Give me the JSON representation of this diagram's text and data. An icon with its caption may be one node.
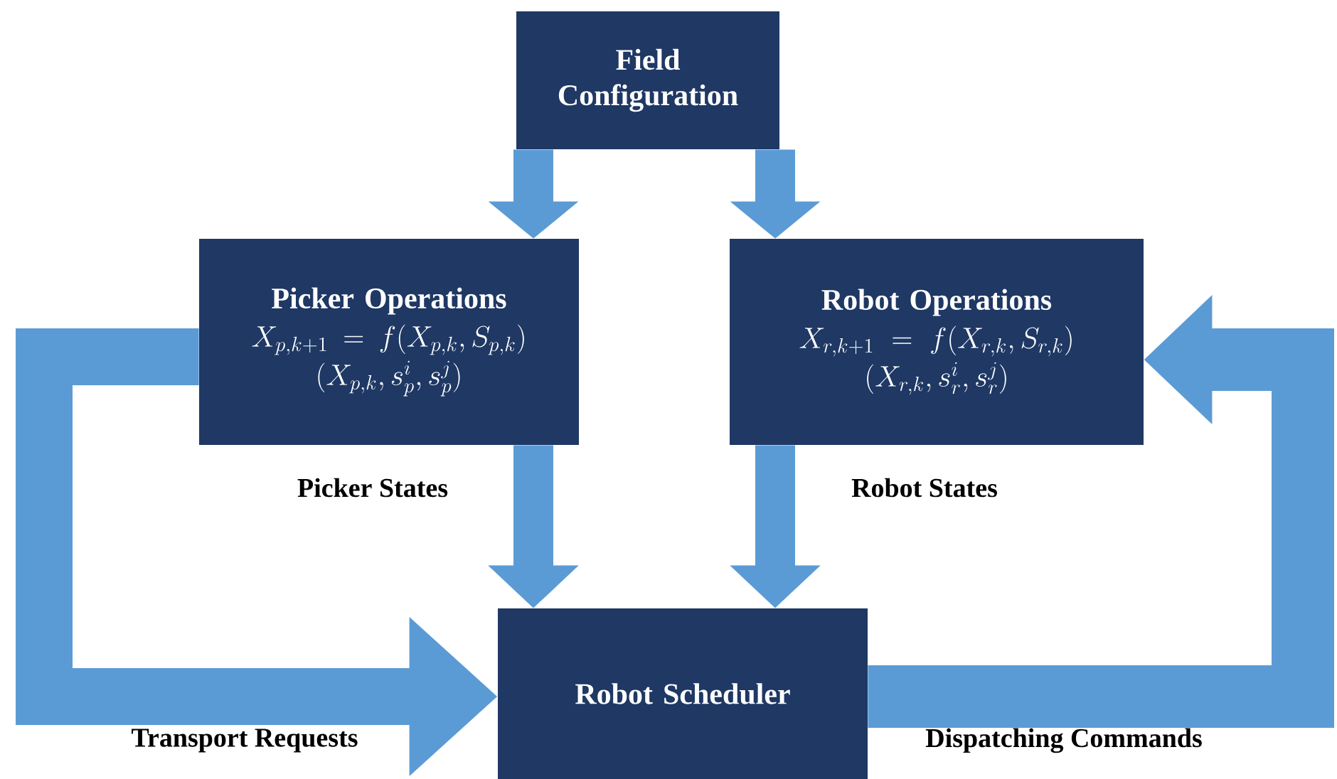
{
  "diagram": {
    "nodes": [
      {
        "text": [
          "Field Configuration"
        ]
      },
      {
        "text": [
          "Picker Operations",
          "X_{p,k+1} = f(X_{p,k}, S_{p,k})",
          "(X_{p,k}, s_p^i, s_p^j)"
        ]
      },
      {
        "text": [
          "Robot Operations",
          "X_{r,k+1} = f(X_{r,k}, S_{r,k})",
          "(X_{r,k}, s_r^i, s_r^j)"
        ]
      },
      {
        "text": [
          "Robot Scheduler"
        ]
      }
    ],
    "edges": [
      {
        "from": 0,
        "to": 1,
        "arrow": "to"
      },
      {
        "from": 0,
        "to": 2,
        "arrow": "to"
      },
      {
        "from": 1,
        "to": 3,
        "arrow": "to",
        "label": "Picker States"
      },
      {
        "from": 2,
        "to": 3,
        "arrow": "to",
        "label": "Robot States"
      },
      {
        "from": 1,
        "to": 3,
        "arrow": "to",
        "label": "Transport Requests"
      },
      {
        "from": 3,
        "to": 2,
        "arrow": "to",
        "label": "Dispatching Commands"
      }
    ]
  }
}
